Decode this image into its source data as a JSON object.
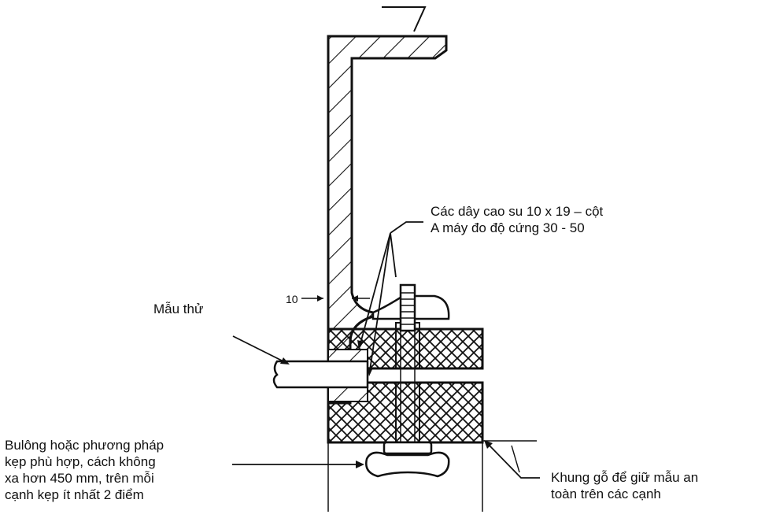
{
  "labels": {
    "rubber_strips": [
      "Các dây cao su 10 x 19 – cột",
      "A máy đo độ cứng 30 - 50"
    ],
    "dimension": "10",
    "specimen": "Mẫu thử",
    "bolt": [
      "Bulông hoặc phương pháp",
      "kẹp phù hợp, cách không",
      "xa hơn 450 mm, trên mỗi",
      "cạnh kẹp ít nhất 2 điểm"
    ],
    "frame": [
      "Khung gỗ để giữ mẫu an",
      "toàn trên các cạnh"
    ]
  },
  "colors": {
    "line": "#111111",
    "background": "#ffffff"
  }
}
